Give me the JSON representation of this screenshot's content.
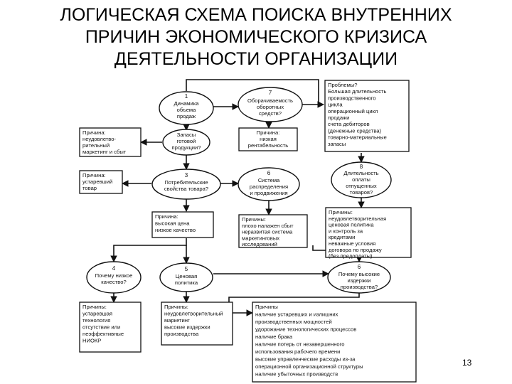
{
  "title": {
    "line1": "ЛОГИЧЕСКАЯ СХЕМА ПОИСКА ВНУТРЕННИХ",
    "line2": "ПРИЧИН ЭКОНОМИЧЕСКОГО КРИЗИСА",
    "line3": "ДЕЯТЕЛЬНОСТИ ОРГАНИЗАЦИИ"
  },
  "page_number": "13",
  "nodes": {
    "n1": {
      "num": "1",
      "lines": [
        "Динамика",
        "объема",
        "продаж"
      ]
    },
    "n7": {
      "num": "7",
      "lines": [
        "Оборачиваемость",
        "оборотных",
        "средств?"
      ]
    },
    "stocks": {
      "lines": [
        "Запасы",
        "готовой",
        "продукции?"
      ]
    },
    "n3": {
      "num": "3",
      "lines": [
        "Потребительские",
        "свойства товара?"
      ]
    },
    "n6s": {
      "num": "6",
      "lines": [
        "Система",
        "распределения",
        "и продвижения"
      ]
    },
    "n8": {
      "num": "8",
      "lines": [
        "Длительность",
        "оплаты",
        "отпущенных",
        "товаров?"
      ]
    },
    "n4": {
      "num": "4",
      "lines": [
        "Почему низкое",
        "качество?"
      ]
    },
    "n5": {
      "num": "5",
      "lines": [
        "Ценовая",
        "политика"
      ]
    },
    "n6b": {
      "num": "6",
      "lines": [
        "Почему высокие",
        "издержки",
        "производства?"
      ]
    }
  },
  "boxes": {
    "problems": [
      "Проблемы?",
      "Большая длительность",
      "производственного",
      "цикла",
      "операционный цикл",
      "продажи",
      "счета дебиторов",
      "(денежные средства)",
      "товарно-материальные",
      "запасы"
    ],
    "c_market": [
      "Причина:",
      "неудовлетво-",
      "рительный",
      "маркетинг и сбыт"
    ],
    "c_profit": [
      "Причина:",
      "низкая",
      "рентабельность"
    ],
    "c_obsolete": [
      "Причина:",
      "устаревший",
      "товар"
    ],
    "c_quality": [
      "Причина:",
      "высокая цена",
      "низкое качество"
    ],
    "c_sales": [
      "Причины:",
      "плохо налажен сбыт",
      "неразвитая система",
      "маркетинговых",
      "исследований"
    ],
    "c_credit": [
      "Причины:",
      "неудовлетворительная",
      "ценовая политика",
      "и контроль за",
      "кредитами",
      "неважные условия",
      "договора по продажу",
      "(без предоплаты)"
    ],
    "c_tech": [
      "Причины:",
      "устаревшая",
      "технология",
      "отсутствие или",
      "неэффективные",
      "НИОКР"
    ],
    "c_pricing": [
      "Причины:",
      "неудовлетворительный",
      "маркетинг",
      "высокие издержки",
      "производства"
    ],
    "c_costs": [
      "Причины",
      "наличие устаревших и излишних",
      "производственных мощностей",
      "удорожание технологических процессов",
      "наличие брака",
      "наличие потерь от незавершенного",
      "использования рабочего времени",
      "высокие управленческие расходы из-за",
      "операционной организационной структуры",
      "наличие убыточных производств"
    ]
  }
}
